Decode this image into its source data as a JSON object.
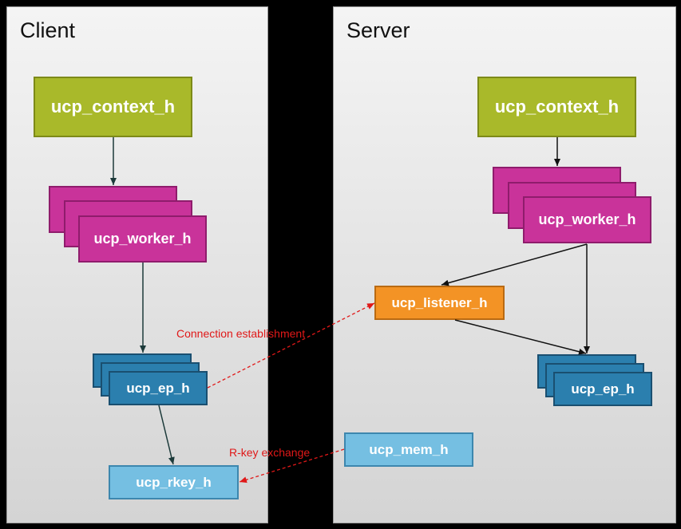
{
  "client": {
    "title": "Client",
    "context": "ucp_context_h",
    "worker": "ucp_worker_h",
    "ep": "ucp_ep_h",
    "rkey": "ucp_rkey_h"
  },
  "server": {
    "title": "Server",
    "context": "ucp_context_h",
    "worker": "ucp_worker_h",
    "listener": "ucp_listener_h",
    "ep": "ucp_ep_h",
    "mem": "ucp_mem_h"
  },
  "labels": {
    "connection": "Connection establishment",
    "rkey_exchange": "R-key exchange"
  },
  "colors": {
    "context": "#a9b92a",
    "worker": "#c9339a",
    "endpoint": "#2b7fae",
    "listener": "#f39325",
    "light_blue": "#75bfe2",
    "annotation": "#e01818"
  }
}
